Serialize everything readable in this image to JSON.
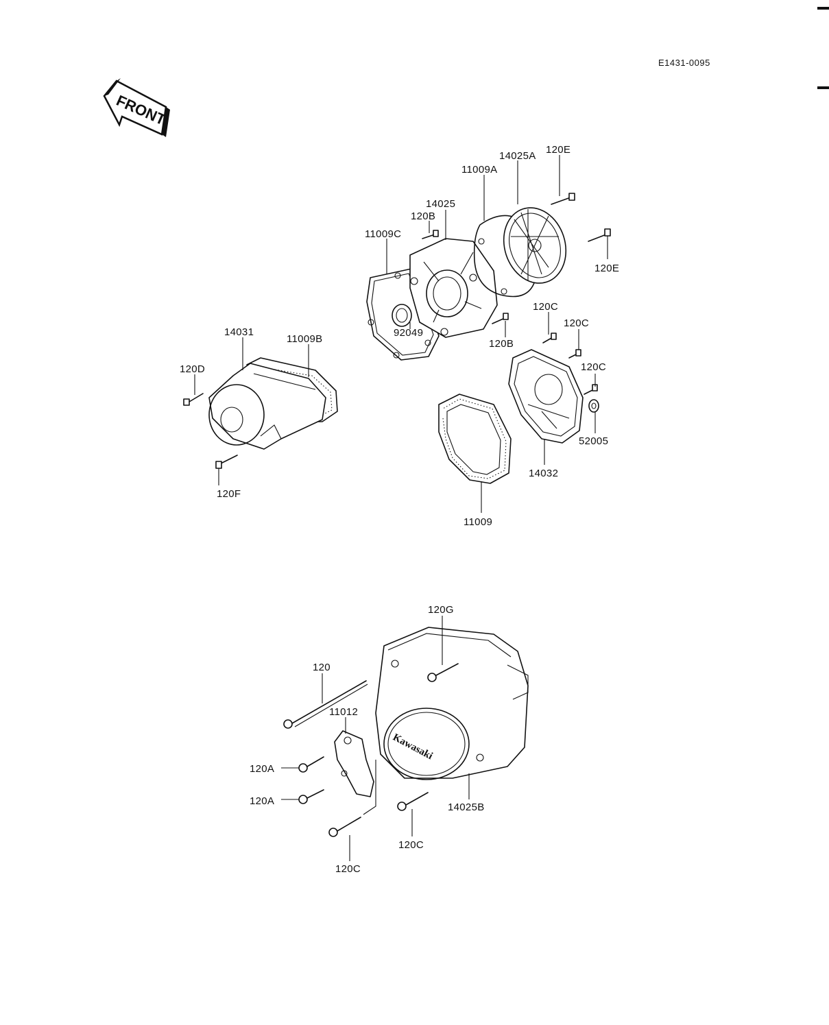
{
  "reference_code": "E1431-0095",
  "front_label": "FRONT",
  "logo_text": "Kawasaki",
  "part_labels": {
    "p14025A": "14025A",
    "p120E_top": "120E",
    "p11009A": "11009A",
    "p14025": "14025",
    "p120B_top": "120B",
    "p11009C": "11009C",
    "p120E_right": "120E",
    "p92049": "92049",
    "p120B_mid": "120B",
    "p120C_a": "120C",
    "p120C_b": "120C",
    "p120C_c": "120C",
    "p14031": "14031",
    "p11009B": "11009B",
    "p120D": "120D",
    "p52005": "52005",
    "p14032": "14032",
    "p120F": "120F",
    "p11009": "11009",
    "p120G": "120G",
    "p120": "120",
    "p11012": "11012",
    "p120A_a": "120A",
    "p120A_b": "120A",
    "p14025B": "14025B",
    "p120C_d": "120C",
    "p120C_e": "120C"
  }
}
